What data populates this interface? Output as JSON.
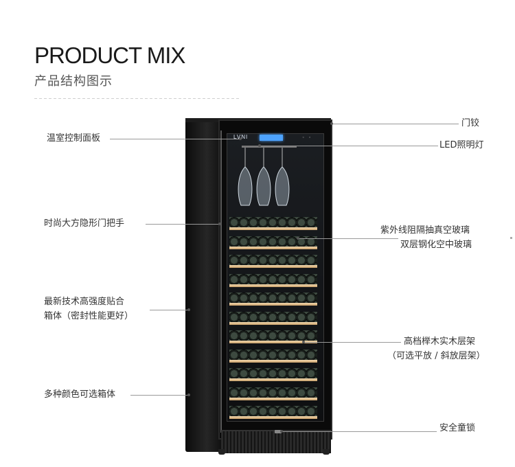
{
  "header": {
    "title": "PRODUCT MIX",
    "subtitle": "产品结构图示"
  },
  "product": {
    "brand": "LVNI"
  },
  "callouts": {
    "left": [
      {
        "label": "温室控制面板"
      },
      {
        "label": "时尚大方隐形门把手"
      },
      {
        "label": "最新技术高强度贴合"
      },
      {
        "label": "箱体（密封性能更好）"
      },
      {
        "label": "多种颜色可选箱体"
      }
    ],
    "right": [
      {
        "label": "门铰"
      },
      {
        "label": "LED照明灯"
      },
      {
        "label": "紫外线阻隔抽真空玻璃"
      },
      {
        "label": "双层钢化空中玻璃"
      },
      {
        "label": "高档榉木实木层架"
      },
      {
        "label": "（可选平放 / 斜放层架）"
      },
      {
        "label": "安全童锁"
      }
    ]
  },
  "colors": {
    "body": "#0a0a0a",
    "shelf": "#e8c894",
    "display": "#4da3ff",
    "line": "#999999"
  }
}
